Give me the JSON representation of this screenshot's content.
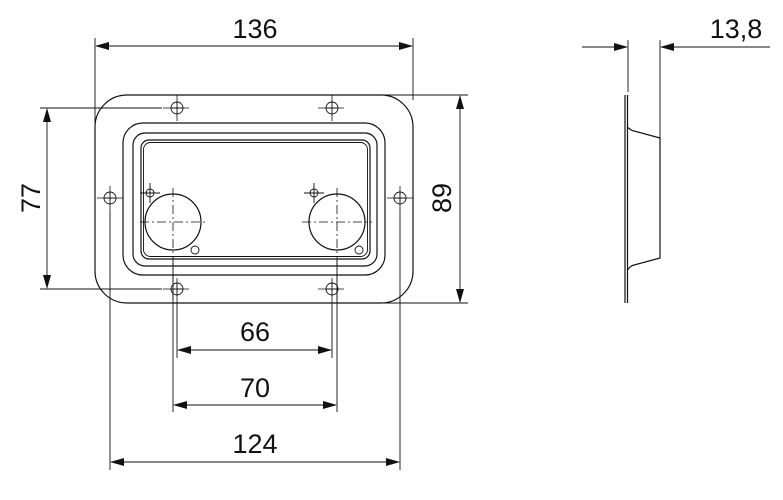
{
  "drawing": {
    "front_view": {
      "dimensions": {
        "overall_width": "136",
        "mounting_hole_vertical_spacing": "77",
        "overall_height": "89",
        "connector_spacing_inner": "66",
        "connector_spacing_outer": "70",
        "mounting_hole_horizontal_spacing": "124"
      },
      "mounting_holes": 6,
      "connector_cutouts": 2
    },
    "side_view": {
      "dimensions": {
        "depth": "13,8"
      }
    }
  }
}
